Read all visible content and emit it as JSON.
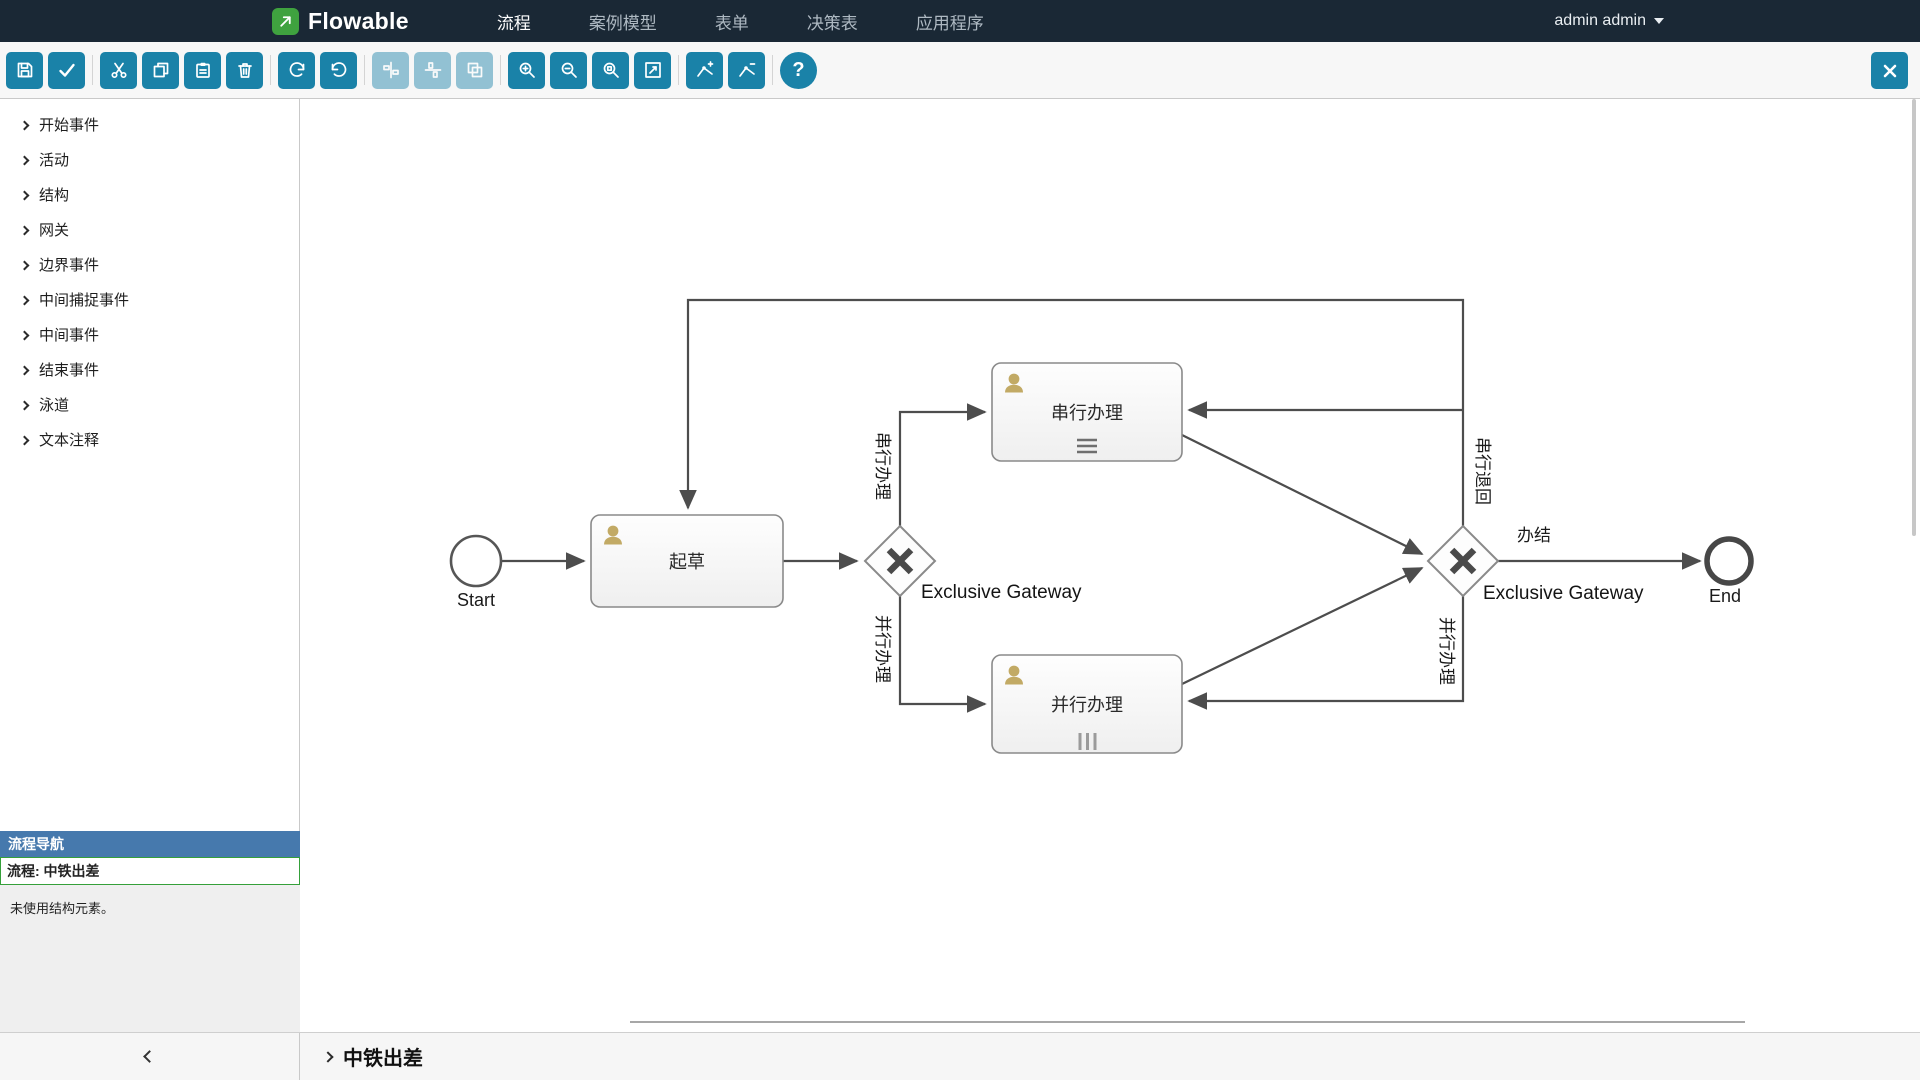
{
  "navbar": {
    "brand": "Flowable",
    "items": [
      {
        "label": "流程",
        "active": true
      },
      {
        "label": "案例模型",
        "active": false
      },
      {
        "label": "表单",
        "active": false
      },
      {
        "label": "决策表",
        "active": false
      },
      {
        "label": "应用程序",
        "active": false
      }
    ],
    "user_menu": "admin admin"
  },
  "toolbar": {
    "help_glyph": "?",
    "buttons": [
      {
        "name": "save",
        "icon": "save-icon",
        "enabled": true
      },
      {
        "name": "validate",
        "icon": "check-icon",
        "enabled": true
      },
      {
        "name": "cut",
        "icon": "scissors-icon",
        "enabled": true
      },
      {
        "name": "copy",
        "icon": "copy-icon",
        "enabled": true
      },
      {
        "name": "paste",
        "icon": "paste-icon",
        "enabled": true
      },
      {
        "name": "delete",
        "icon": "trash-icon",
        "enabled": true
      },
      {
        "name": "redo",
        "icon": "redo-icon",
        "enabled": true
      },
      {
        "name": "undo",
        "icon": "undo-icon",
        "enabled": true
      },
      {
        "name": "align-horizontal",
        "icon": "align-horizontal-icon",
        "enabled": false
      },
      {
        "name": "align-vertical",
        "icon": "align-vertical-icon",
        "enabled": false
      },
      {
        "name": "same-size",
        "icon": "same-size-icon",
        "enabled": false
      },
      {
        "name": "zoom-in",
        "icon": "zoom-in-icon",
        "enabled": true
      },
      {
        "name": "zoom-out",
        "icon": "zoom-out-icon",
        "enabled": true
      },
      {
        "name": "zoom-actual",
        "icon": "zoom-actual-icon",
        "enabled": true
      },
      {
        "name": "zoom-fit",
        "icon": "zoom-fit-icon",
        "enabled": true
      },
      {
        "name": "add-bendpoint",
        "icon": "add-bendpoint-icon",
        "enabled": true
      },
      {
        "name": "remove-bendpoint",
        "icon": "remove-bendpoint-icon",
        "enabled": true
      },
      {
        "name": "help",
        "icon": "help-icon",
        "enabled": true
      },
      {
        "name": "close",
        "icon": "close-icon",
        "enabled": true
      }
    ]
  },
  "palette": {
    "items": [
      "开始事件",
      "活动",
      "结构",
      "网关",
      "边界事件",
      "中间捕捉事件",
      "中间事件",
      "结束事件",
      "泳道",
      "文本注释"
    ]
  },
  "navigator": {
    "title": "流程导航",
    "current": "流程: 中铁出差",
    "note": "未使用结构元素。"
  },
  "footer": {
    "process_name": "中铁出差"
  },
  "diagram": {
    "start_label": "Start",
    "end_label": "End",
    "tasks": [
      {
        "name": "起草",
        "type": "user-task"
      },
      {
        "name": "串行办理",
        "type": "user-task",
        "multi_instance": "sequential"
      },
      {
        "name": "并行办理",
        "type": "user-task",
        "multi_instance": "parallel"
      }
    ],
    "gateways": [
      {
        "label": "Exclusive Gateway"
      },
      {
        "label": "Exclusive Gateway"
      }
    ],
    "edges": {
      "serial": "串行办理",
      "parallel": "并行办理",
      "serial_return": "串行退回",
      "parallel_return": "并行办理",
      "finish": "办结"
    }
  },
  "colors": {
    "toolbar_button_teal": "#1a82a8",
    "brand_green": "#3fa23f",
    "navbar_bg": "#1a2835",
    "navigator_header_blue": "#4679ad",
    "selection_green": "#35a03a",
    "task_icon_tan": "#c2aa65"
  }
}
